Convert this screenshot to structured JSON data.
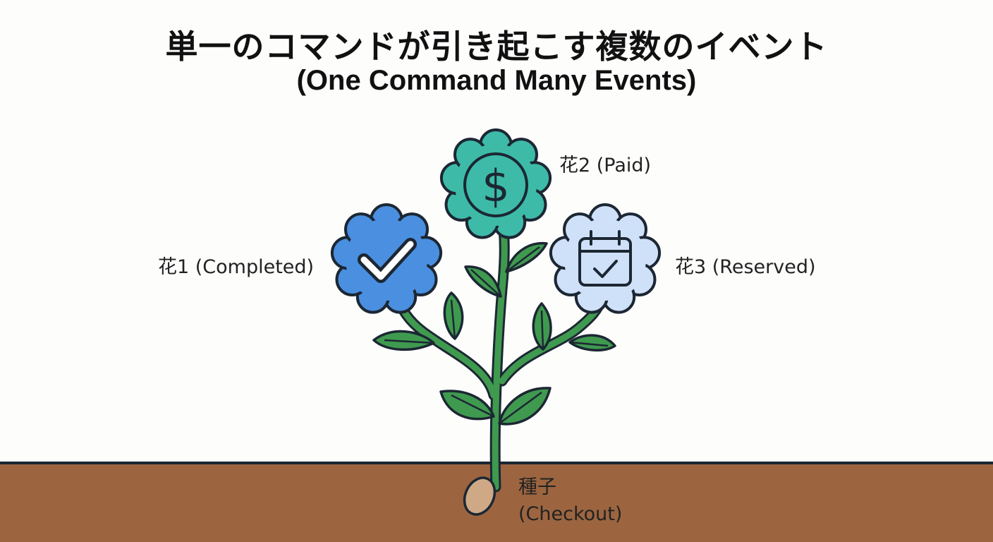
{
  "title": {
    "japanese": "単一のコマンドが引き起こす複数のイベント",
    "english": "(One Command Many Events)"
  },
  "labels": {
    "flower1": "花1 (Completed)",
    "flower2": "花2 (Paid)",
    "flower3": "花3 (Reserved)",
    "seed_line1": "種子",
    "seed_line2": "(Checkout)"
  },
  "colors": {
    "flower1": "#4a8fe0",
    "flower2": "#3dbba8",
    "flower3": "#cfe1f9",
    "stem": "#3f9a4f",
    "soil": "#9c6540",
    "seed": "#cfa986",
    "outline": "#1c2733"
  },
  "icons": {
    "flower1": "checkmark-icon",
    "flower2": "dollar-icon",
    "flower3": "calendar-check-icon"
  }
}
